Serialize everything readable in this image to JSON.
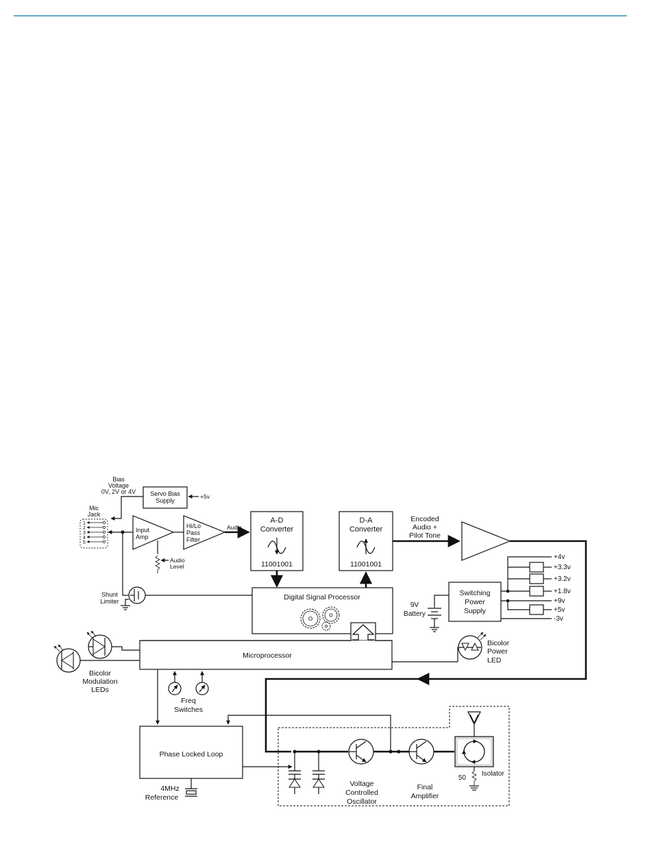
{
  "labels": {
    "bias_l1": "Bias",
    "bias_l2": "Voltage",
    "bias_l3": "0V, 2V or 4V",
    "servo_l1": "Servo Bias",
    "servo_l2": "Supply",
    "plus5v_servo": "+5v",
    "mic_l1": "Mic",
    "mic_l2": "Jack",
    "pins": [
      "1",
      "2",
      "3",
      "4",
      "5"
    ],
    "input_l1": "Input",
    "input_l2": "Amp",
    "filter_l1": "Hi/Lo",
    "filter_l2": "Pass",
    "filter_l3": "Filter",
    "audio": "Audio",
    "audio_level_l1": "Audio",
    "audio_level_l2": "Level",
    "ad_l1": "A-D",
    "ad_l2": "Converter",
    "ad_bits": "11001001",
    "da_l1": "D-A",
    "da_l2": "Converter",
    "da_bits": "11001001",
    "encoded_l1": "Encoded",
    "encoded_l2": "Audio +",
    "encoded_l3": "Pilot Tone",
    "shunt_l1": "Shunt",
    "shunt_l2": "Limiter",
    "dsp": "Digital Signal Processor",
    "battery_l1": "9V",
    "battery_l2": "Battery",
    "sps_l1": "Switching",
    "sps_l2": "Power",
    "sps_l3": "Supply",
    "rails": [
      "+4v",
      "+3.3v",
      "+3.2v",
      "+1.8v",
      "+9v",
      "+5v",
      "-3v"
    ],
    "micro": "Microprocessor",
    "mod_l1": "Bicolor",
    "mod_l2": "Modulation",
    "mod_l3": "LEDs",
    "pwr_l1": "Bicolor",
    "pwr_l2": "Power",
    "pwr_l3": "LED",
    "freq_l1": "Freq",
    "freq_l2": "Switches",
    "pll": "Phase Locked Loop",
    "ref_l1": "4MHz",
    "ref_l2": "Reference",
    "vco_l1": "Voltage",
    "vco_l2": "Controlled",
    "vco_l3": "Oscillator",
    "final_l1": "Final",
    "final_l2": "Amplifier",
    "isolator": "Isolator",
    "fifty": "50"
  },
  "colors": {
    "header_rule": "#2e8fb8",
    "ink": "#111111"
  }
}
